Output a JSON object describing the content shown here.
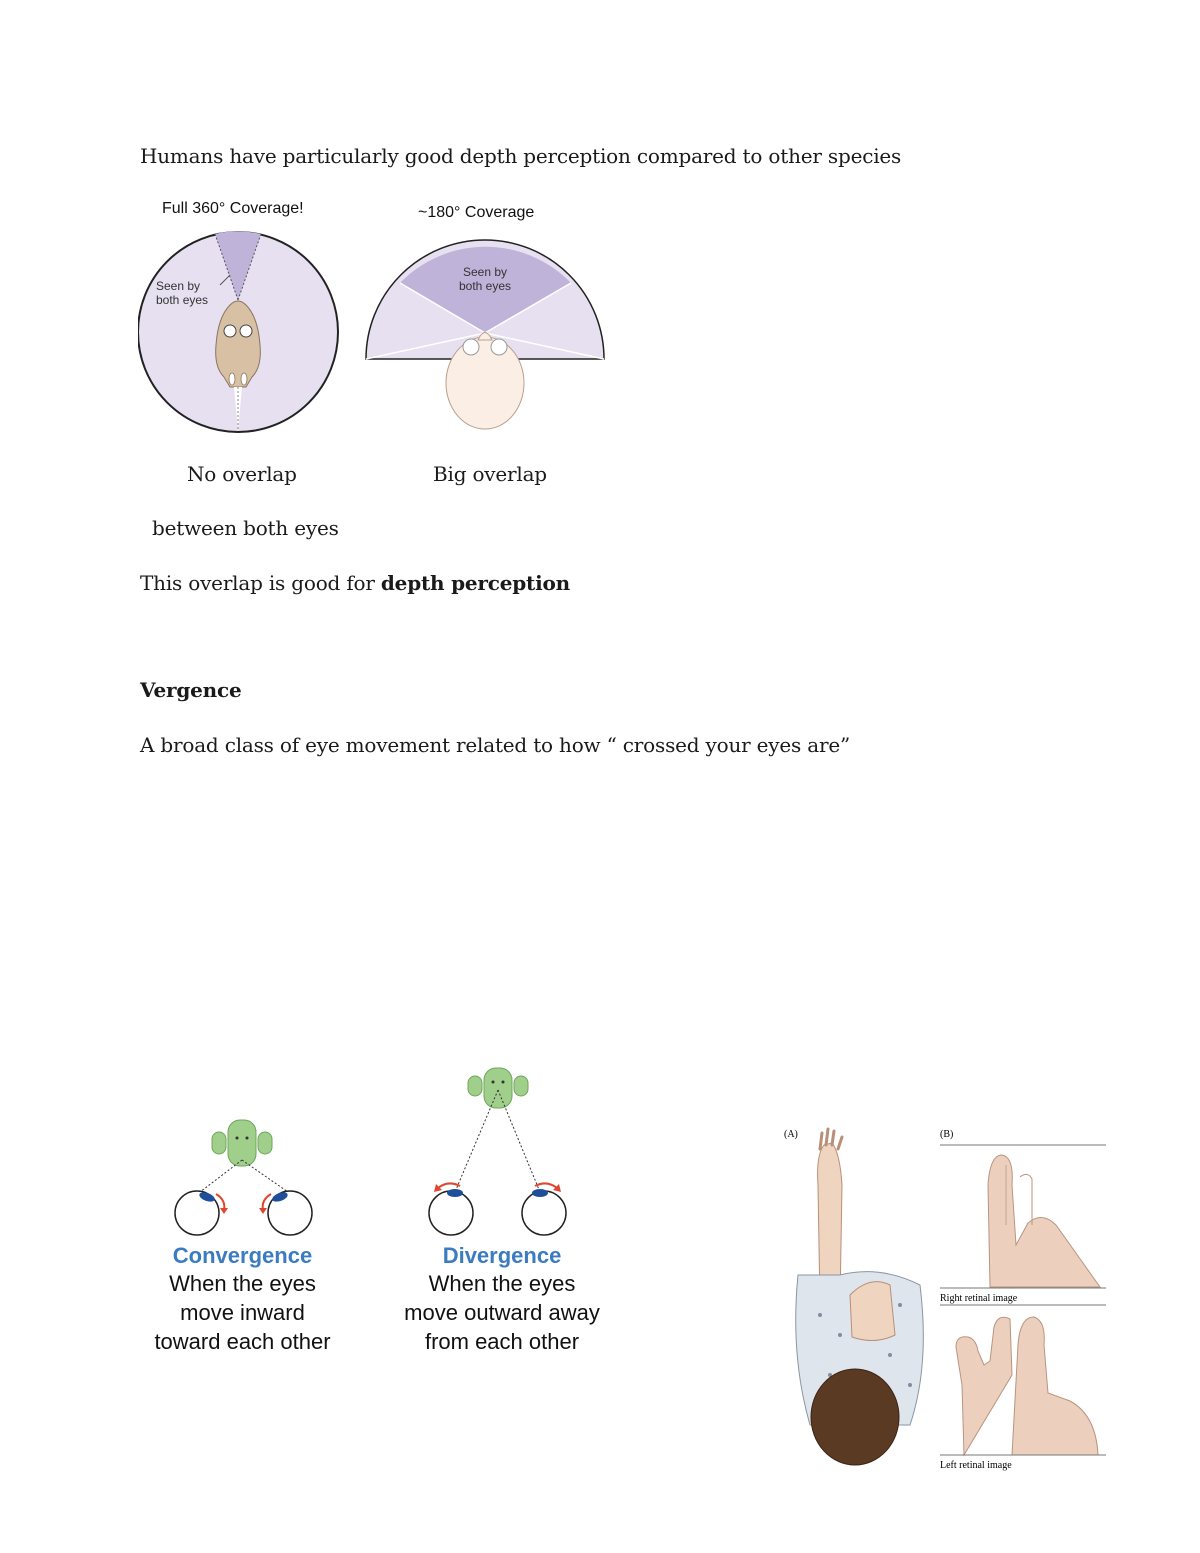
{
  "intro": "Humans have particularly good depth perception compared to other species",
  "fov_figure": {
    "left_title": "Full 360° Coverage!",
    "left_label_line1": "Seen by",
    "left_label_line2": "both eyes",
    "right_title": "~180° Coverage",
    "right_label_line1": "Seen by",
    "right_label_line2": "both eyes",
    "fill_color": "#e6e0f0",
    "overlap_color": "#c0b3d9"
  },
  "caption_left_1": "No overlap",
  "caption_left_2": "between both eyes",
  "caption_right": "Big overlap",
  "overlap_sentence": {
    "prefix": "This overlap is good for ",
    "bold": "depth perception"
  },
  "vergence_heading": "Vergence",
  "vergence_def": "A broad class of eye movement related to how “ crossed your eyes are”",
  "convergence": {
    "title": "Convergence",
    "line1": "When the eyes",
    "line2": "move inward",
    "line3": "toward each other"
  },
  "divergence": {
    "title": "Divergence",
    "line1": "When the eyes",
    "line2": "move outward away",
    "line3": "from each other"
  },
  "retina_figure": {
    "label_a": "(A)",
    "label_b": "(B)",
    "right_caption": "Right retinal image",
    "left_caption": "Left retinal image"
  }
}
